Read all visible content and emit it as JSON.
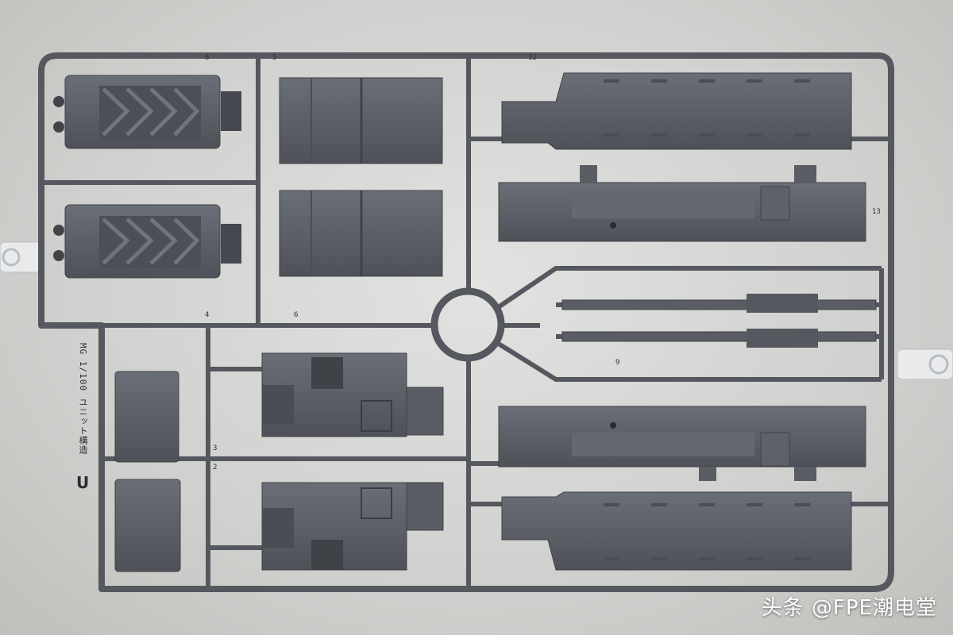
{
  "colors": {
    "plastic": "#5a5d64",
    "plastic_dark": "#45484e",
    "plastic_light": "#6c7078",
    "background": "#d4d4d2",
    "clear_part": "#eef0f2"
  },
  "sprue": {
    "code_text": "MG 1/100 ユニット構造",
    "letter": "U",
    "gate_numbers": [
      "8",
      "5",
      "12",
      "13",
      "9",
      "2",
      "3",
      "4",
      "6"
    ]
  },
  "watermark": "头条 @FPE潮电堂"
}
